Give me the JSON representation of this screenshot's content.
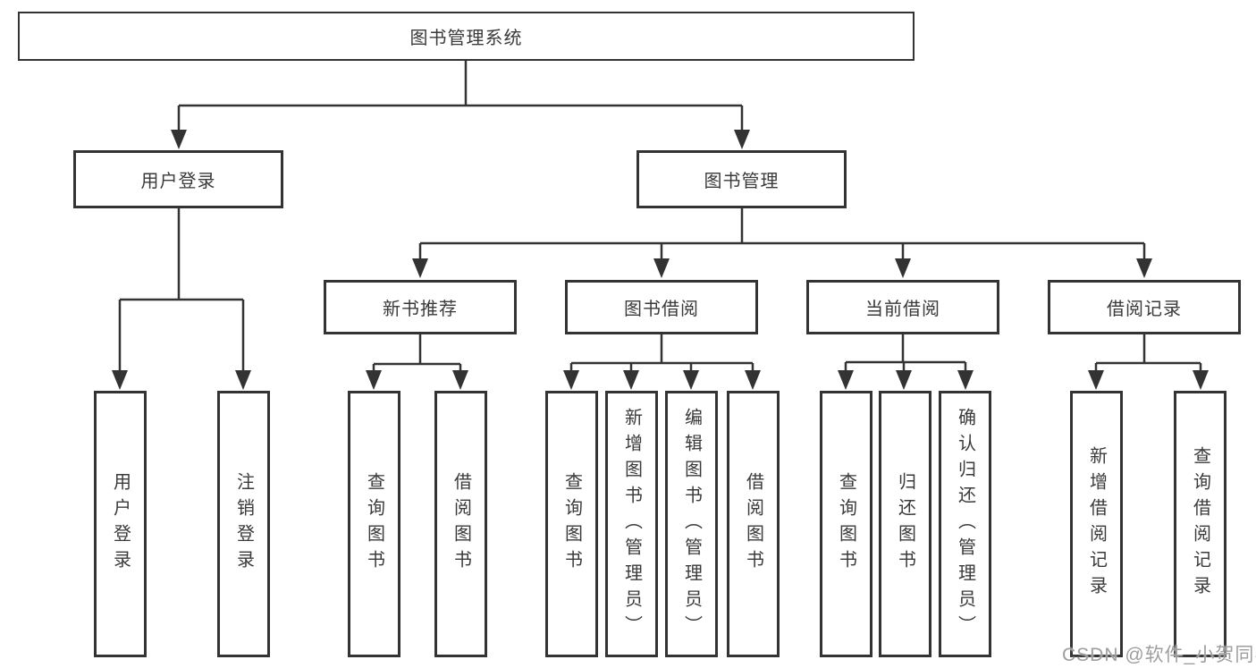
{
  "diagram": {
    "root": {
      "label": "图书管理系统",
      "children": [
        {
          "label": "用户登录",
          "children": [
            {
              "label": "用户登录"
            },
            {
              "label": "注销登录"
            }
          ]
        },
        {
          "label": "图书管理",
          "children": [
            {
              "label": "新书推荐",
              "children": [
                {
                  "label": "查询图书"
                },
                {
                  "label": "借阅图书"
                }
              ]
            },
            {
              "label": "图书借阅",
              "children": [
                {
                  "label": "查询图书"
                },
                {
                  "label": "新增图书（管理员）"
                },
                {
                  "label": "编辑图书（管理员）"
                },
                {
                  "label": "借阅图书"
                }
              ]
            },
            {
              "label": "当前借阅",
              "children": [
                {
                  "label": "查询图书"
                },
                {
                  "label": "归还图书"
                },
                {
                  "label": "确认归还（管理员）"
                }
              ]
            },
            {
              "label": "借阅记录",
              "children": [
                {
                  "label": "新增借阅记录"
                },
                {
                  "label": "查询借阅记录"
                }
              ]
            }
          ]
        }
      ]
    }
  },
  "watermark": {
    "text": "CSDN @软件_小贺同学"
  },
  "colors": {
    "line": "#333333",
    "border": "#333333",
    "text": "#3a3a3a",
    "background": "#ffffff",
    "watermark": "#9e9e9e"
  }
}
